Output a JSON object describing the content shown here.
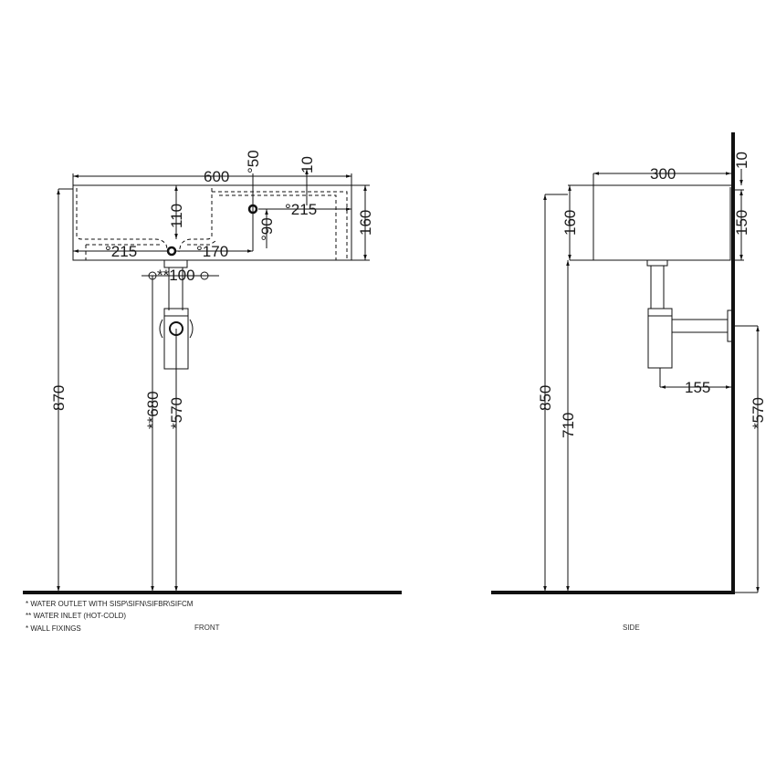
{
  "front_view": {
    "label": "FRONT",
    "dimensions": {
      "width": "600",
      "tap_offset": "°50",
      "rim": "10",
      "right_215": "°215",
      "basin_depth": "110",
      "tap_height": "°90",
      "height": "160",
      "left_215": "°215",
      "waste_170": "°170",
      "inlet_spacing": "**100",
      "total_height": "870",
      "inlet_height": "**680",
      "outlet_height": "*570"
    }
  },
  "side_view": {
    "label": "SIDE",
    "dimensions": {
      "depth": "300",
      "rim": "10",
      "height_left": "160",
      "height_right": "150",
      "total_height": "850",
      "bottom_height": "710",
      "trap_projection": "155",
      "outlet_height": "*570"
    }
  },
  "notes": [
    "*  WATER OUTLET WITH SISP\\SIFN\\SIFBR\\SIFCM",
    "** WATER INLET  (HOT-COLD)",
    "* WALL FIXINGS"
  ]
}
